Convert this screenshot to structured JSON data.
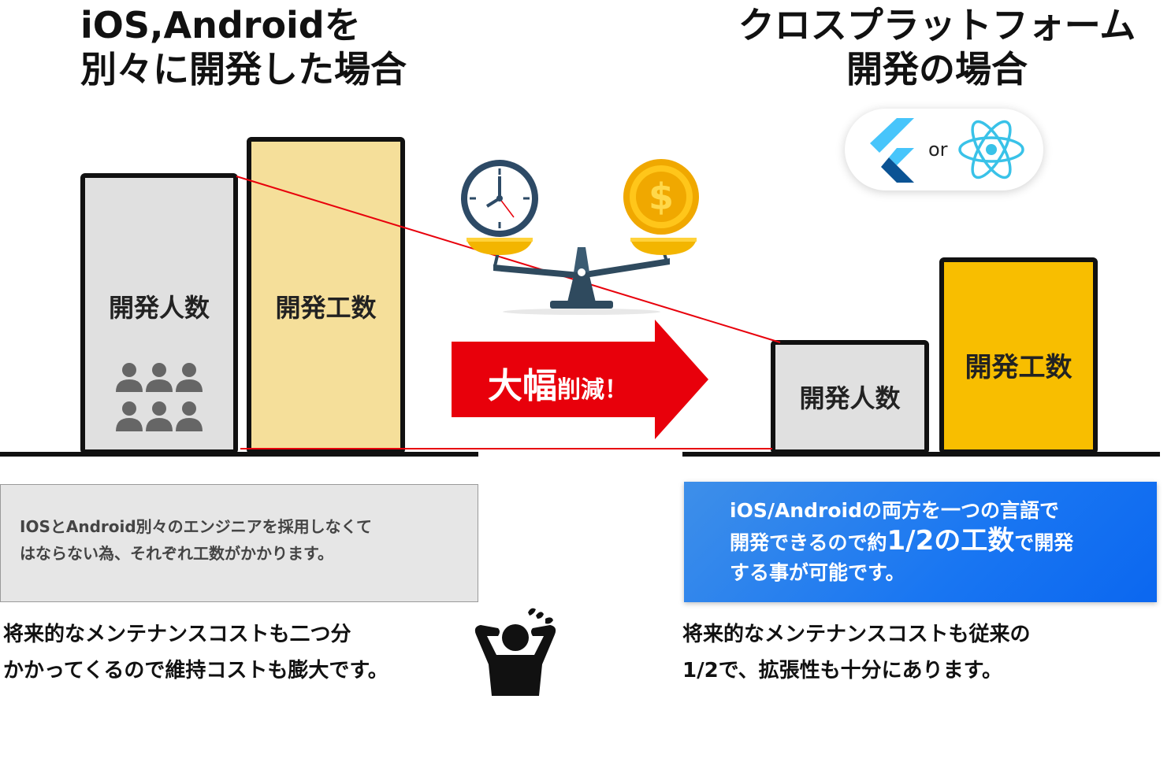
{
  "left_section": {
    "title_line1": "iOS,Androidを",
    "title_line2": "別々に開発した場合",
    "box_people_label": "開発人数",
    "box_effort_label": "開発工数",
    "note_line1": "IOSとAndroid別々のエンジニアを採用しなくて",
    "note_line2": "はならない為、それぞれ工数がかかります。",
    "bottom_line1": "将来的なメンテナンスコストも二つ分",
    "bottom_line2": "かかってくるので維持コストも膨大です。"
  },
  "right_section": {
    "title_line1": "クロスプラットフォーム",
    "title_line2": "開発の場合",
    "or_text": "or",
    "box_people_label": "開発人数",
    "box_effort_label": "開発工数",
    "note_line1": "iOS/Androidの両方を一つの言語で",
    "note_line2_pre": "開発できるので約",
    "note_line2_big": "1/2の工数",
    "note_line2_post": "で開発",
    "note_line3": "する事が可能です。",
    "bottom_line1": "将来的なメンテナンスコストも従来の",
    "bottom_line2": "1/2で、拡張性も十分にあります。"
  },
  "arrow": {
    "big_text": "大幅",
    "small_text": "削減！"
  },
  "icons": {
    "people": "people-group-icon",
    "clock": "clock-icon",
    "coin": "dollar-coin-icon",
    "scale": "balance-scale-icon",
    "flutter": "flutter-logo-icon",
    "react": "react-logo-icon",
    "stressed": "stressed-person-icon"
  },
  "colors": {
    "effort_pale": "#f5df9a",
    "effort_gold": "#f8be00",
    "people_gray": "#e0e0e0",
    "arrow_red": "#e8000b",
    "line_red": "#e8000b",
    "note_blue": "#1976f2"
  }
}
